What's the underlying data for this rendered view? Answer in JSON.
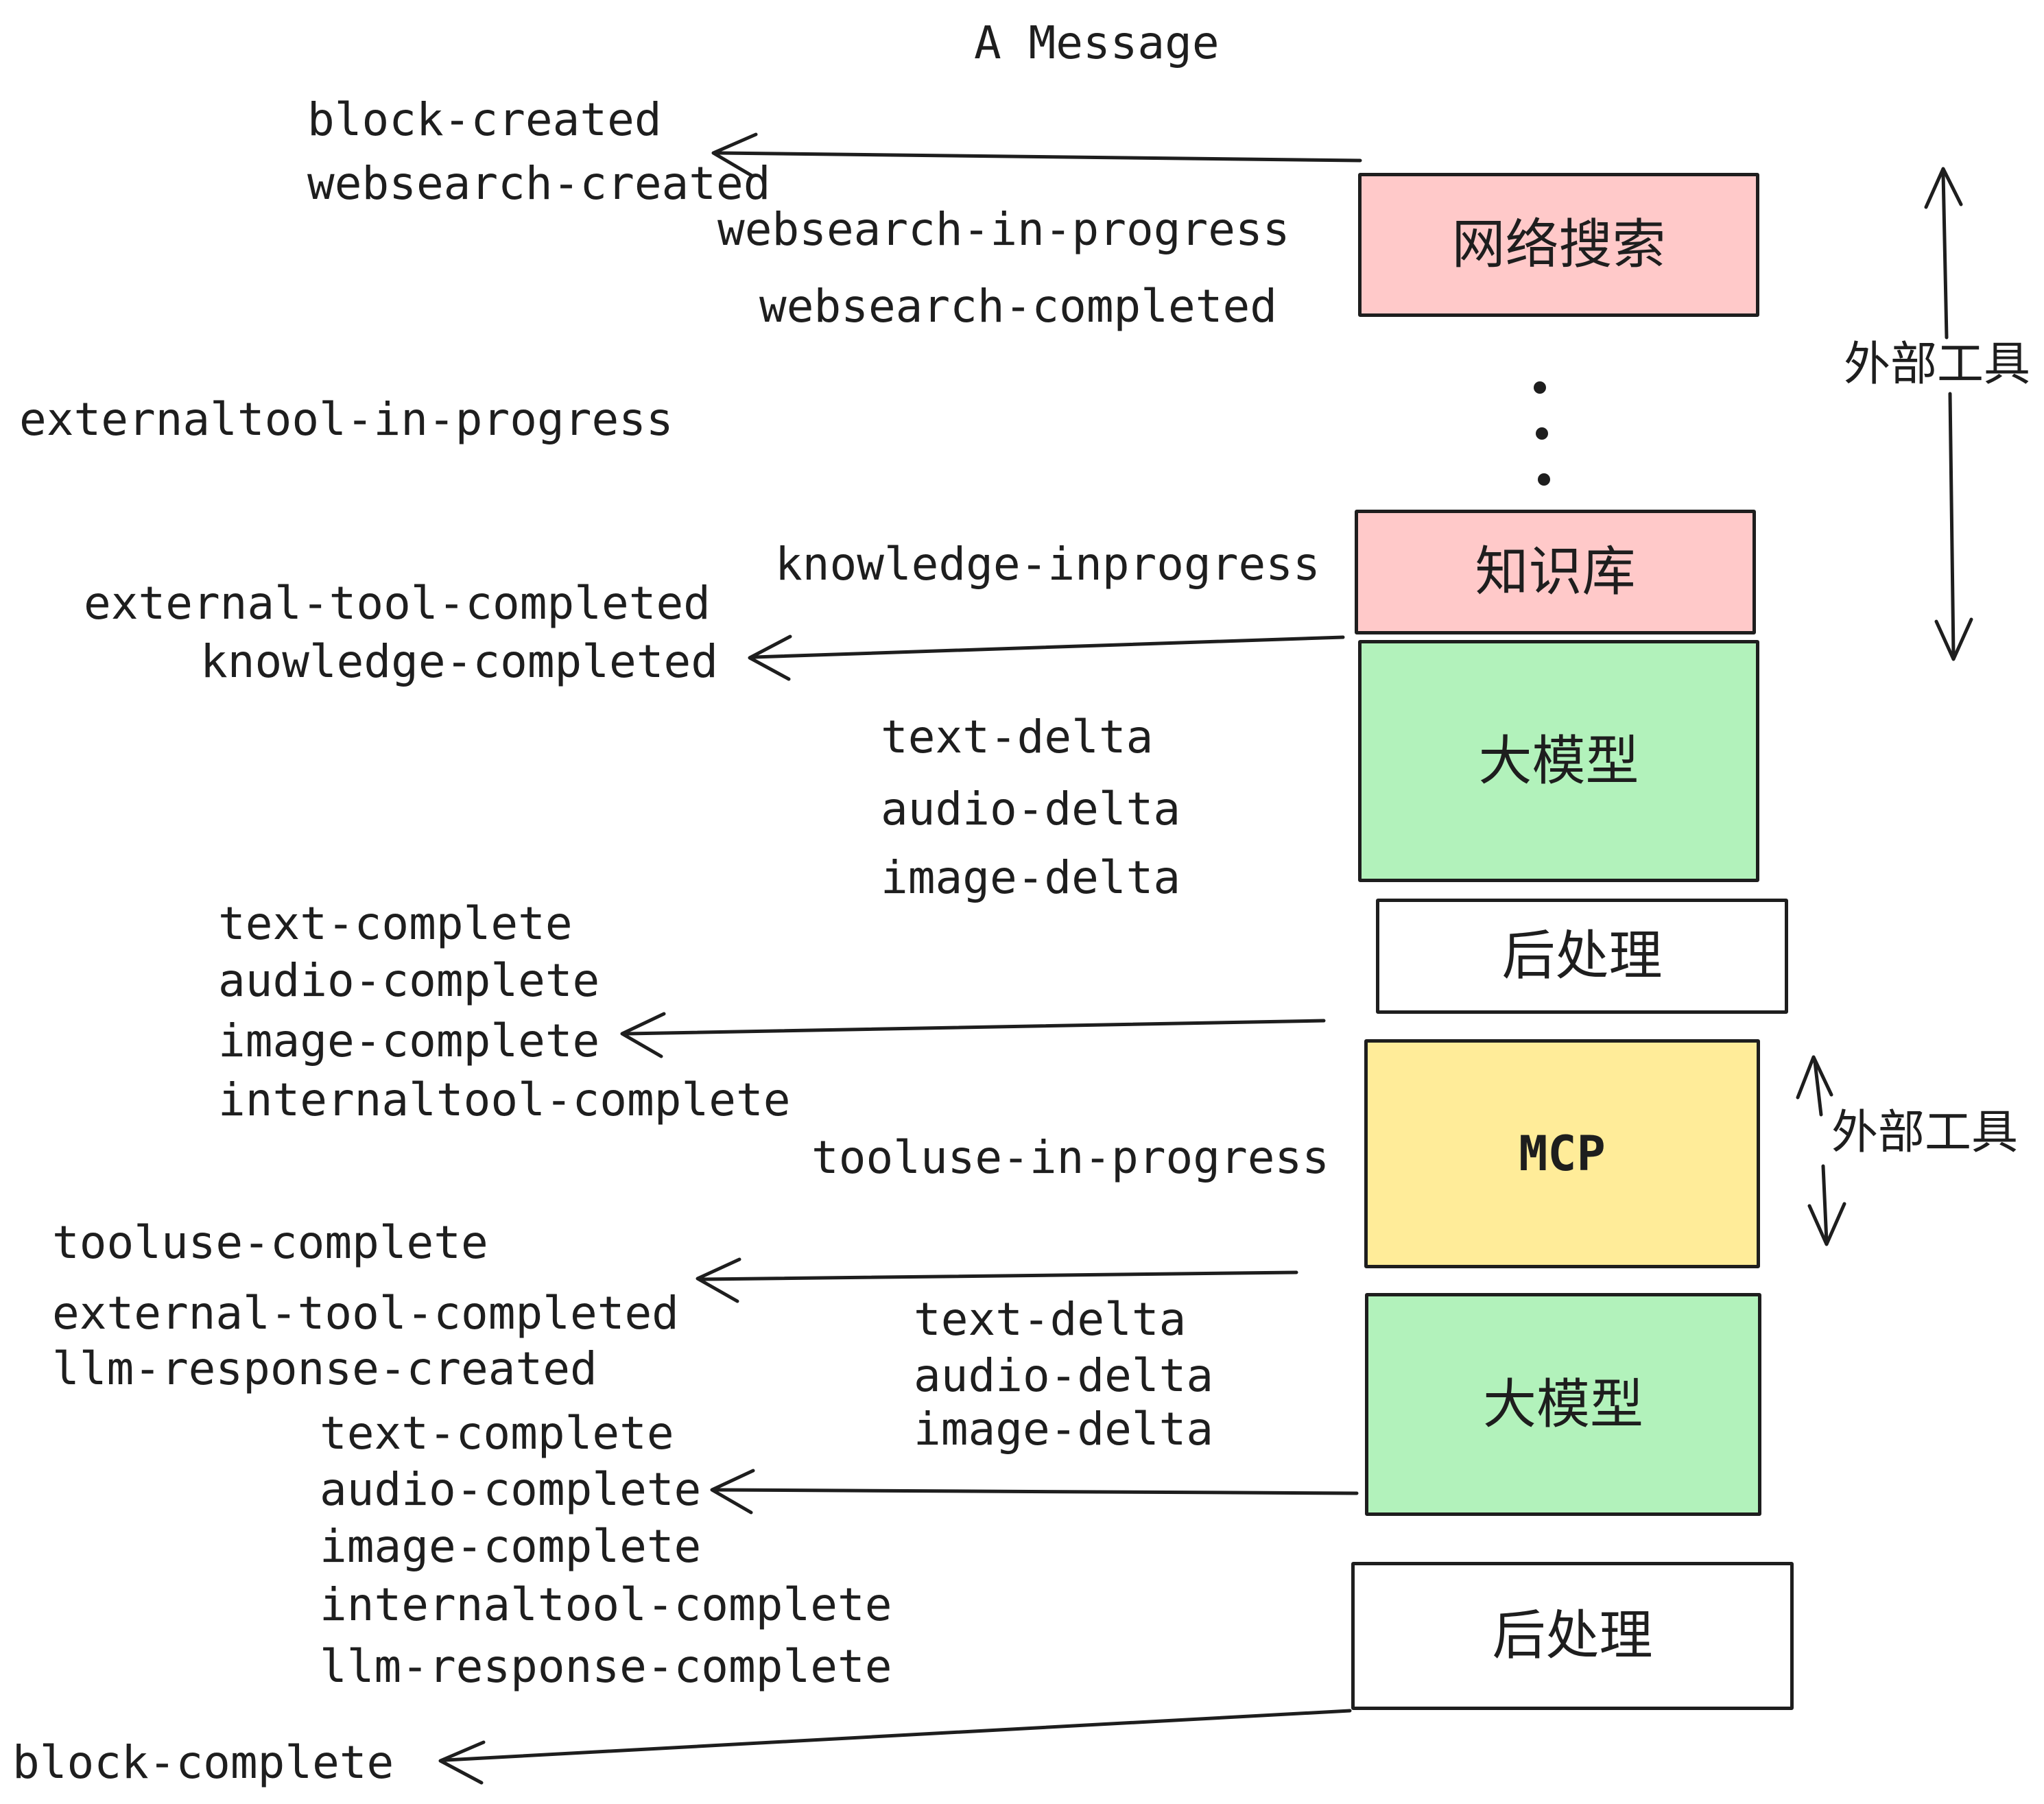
{
  "title": "A Message",
  "colors": {
    "ink": "#1e1e1e",
    "pink": "#ffc9c9",
    "green": "#b2f2bb",
    "yellow": "#ffec99",
    "white": "#ffffff"
  },
  "nodes": {
    "websearch": {
      "label": "网络搜索",
      "fill": "#ffc9c9"
    },
    "knowledge": {
      "label": "知识库",
      "fill": "#ffc9c9"
    },
    "llm_top": {
      "label": "大模型",
      "fill": "#b2f2bb"
    },
    "post_top": {
      "label": "后处理",
      "fill": "#ffffff"
    },
    "mcp": {
      "label": "MCP",
      "fill": "#ffec99"
    },
    "llm_bottom": {
      "label": "大模型",
      "fill": "#b2f2bb"
    },
    "post_bottom": {
      "label": "后处理",
      "fill": "#ffffff"
    }
  },
  "annotations": {
    "external_tools_top": "外部工具",
    "external_tools_mid": "外部工具"
  },
  "events": {
    "block_created": "block-created",
    "websearch_created": "websearch-created",
    "websearch_in_progress": "websearch-in-progress",
    "websearch_completed": "websearch-completed",
    "externaltool_in_progress": "externaltool-in-progress",
    "knowledge_inprogress": "knowledge-inprogress",
    "external_tool_completed": "external-tool-completed",
    "knowledge_completed": "knowledge-completed",
    "text_delta": "text-delta",
    "audio_delta": "audio-delta",
    "image_delta": "image-delta",
    "text_complete": "text-complete",
    "audio_complete": "audio-complete",
    "image_complete": "image-complete",
    "internaltool_complete": "internaltool-complete",
    "tooluse_in_progress": "tooluse-in-progress",
    "tooluse_complete": "tooluse-complete",
    "external_tool_completed_2": "external-tool-completed",
    "llm_response_created": "llm-response-created",
    "text_delta_2": "text-delta",
    "audio_delta_2": "audio-delta",
    "image_delta_2": "image-delta",
    "text_complete_2": "text-complete",
    "audio_complete_2": "audio-complete",
    "image_complete_2": "image-complete",
    "internaltool_complete_2": "internaltool-complete",
    "llm_response_complete": "llm-response-complete",
    "block_complete": "block-complete"
  }
}
